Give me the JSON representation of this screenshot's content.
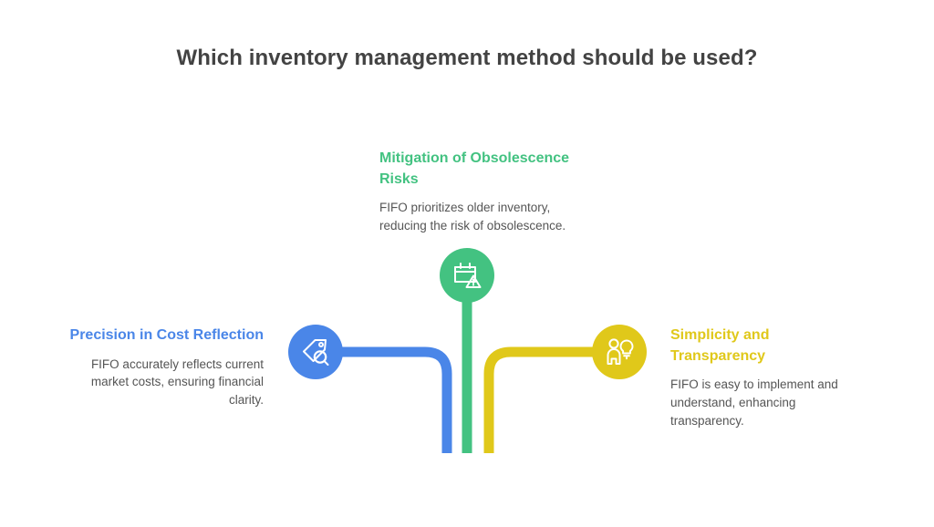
{
  "page": {
    "title": "Which inventory management method should be used?",
    "background": "#ffffff",
    "title_color": "#434343"
  },
  "branches": [
    {
      "id": "precision-in-cost-reflection",
      "heading": "Precision in Cost Reflection",
      "body": "FIFO accurately reflects current market costs, ensuring financial clarity.",
      "color": "#4A86E8",
      "icon": "price-tag-search-icon",
      "position": "left"
    },
    {
      "id": "mitigation-of-obsolescence-risks",
      "heading": "Mitigation of Obsolescence Risks",
      "body": "FIFO prioritizes older inventory, reducing the risk of obsolescence.",
      "color": "#43C281",
      "icon": "calendar-warning-icon",
      "position": "center"
    },
    {
      "id": "simplicity-and-transparency",
      "heading": "Simplicity and Transparency",
      "body": "FIFO is easy to implement and understand, enhancing transparency.",
      "color": "#E0C81A",
      "icon": "person-lightbulb-icon",
      "position": "right"
    }
  ]
}
